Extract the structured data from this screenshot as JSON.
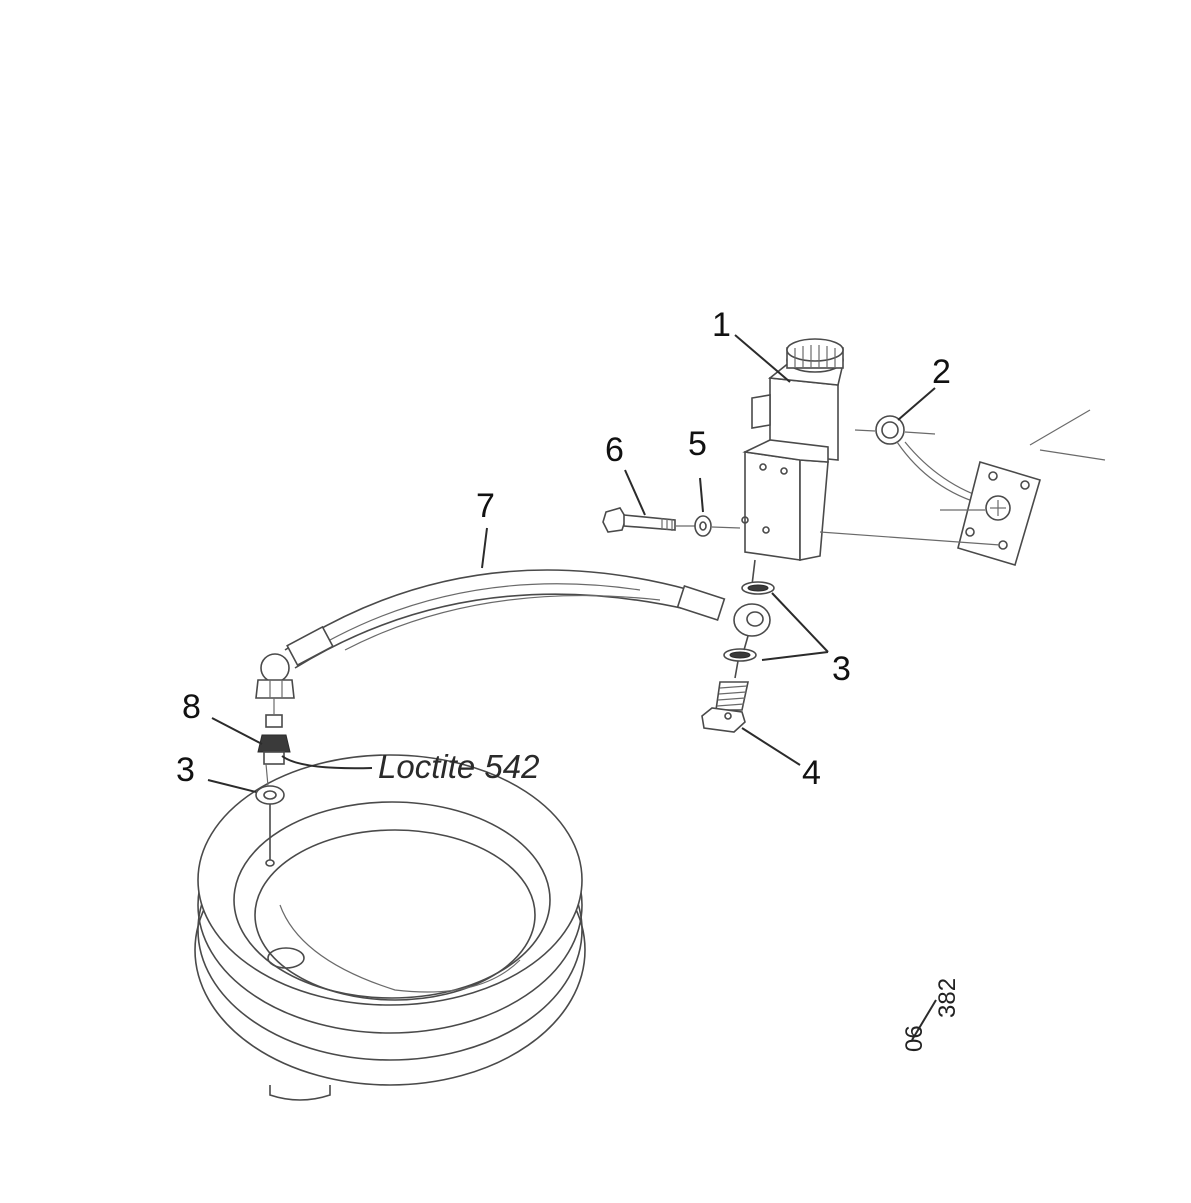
{
  "diagram": {
    "callouts": [
      {
        "id": "1",
        "label": "1"
      },
      {
        "id": "2",
        "label": "2"
      },
      {
        "id": "3a",
        "label": "3"
      },
      {
        "id": "3b",
        "label": "3"
      },
      {
        "id": "4",
        "label": "4"
      },
      {
        "id": "5",
        "label": "5"
      },
      {
        "id": "6",
        "label": "6"
      },
      {
        "id": "7",
        "label": "7"
      },
      {
        "id": "8",
        "label": "8"
      }
    ],
    "note": "Loctite 542",
    "drawing_code": {
      "top": "06",
      "bottom": "382"
    }
  }
}
